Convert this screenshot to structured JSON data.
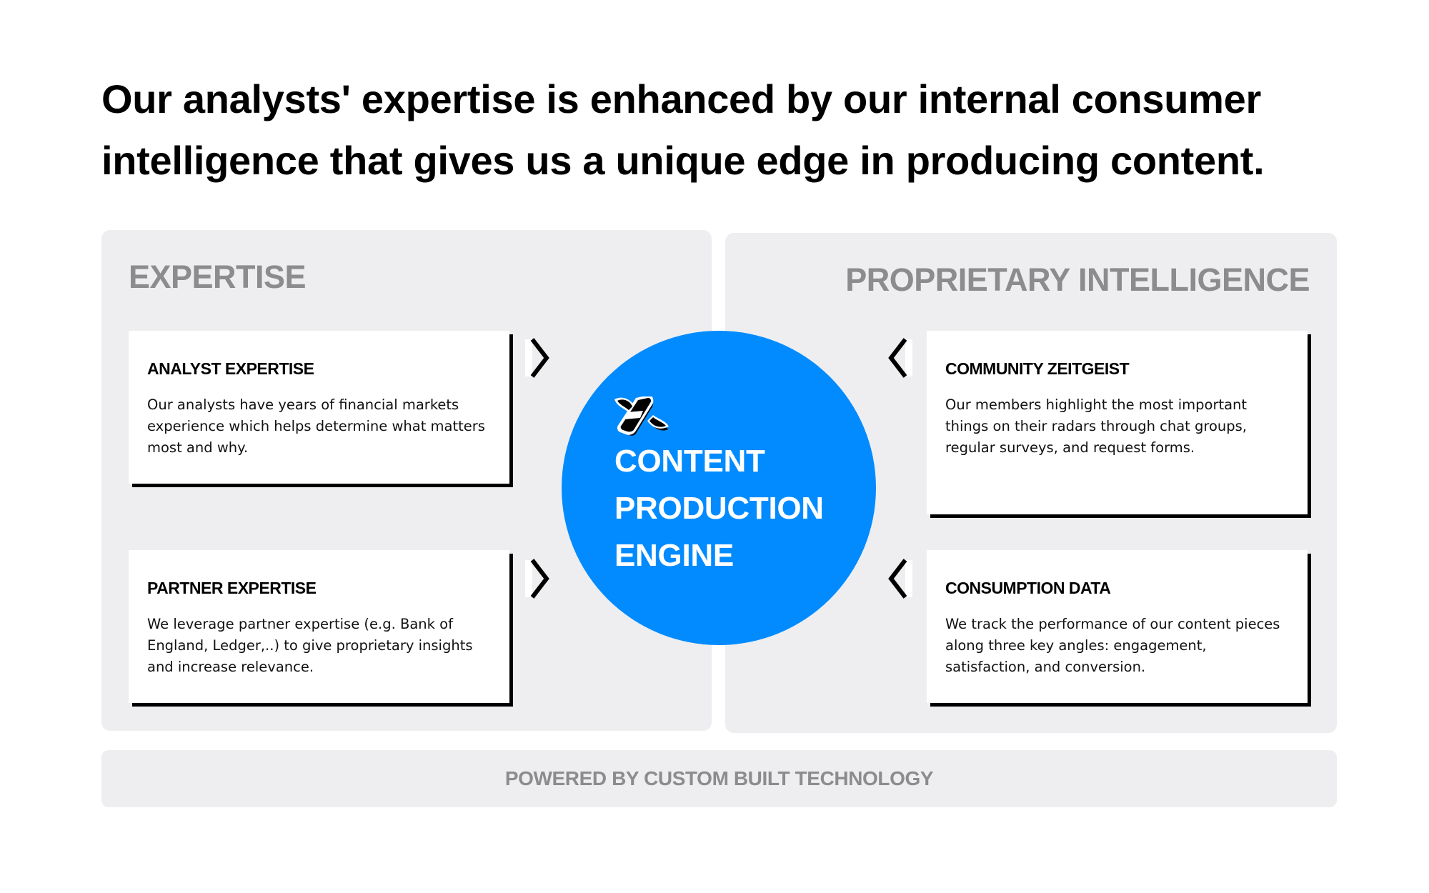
{
  "headline": {
    "line1": "Our analysts' expertise is enhanced by our internal consumer",
    "line2": "intelligence that gives us a unique edge in producing content."
  },
  "panels": {
    "left": {
      "title": "EXPERTISE",
      "cards": [
        {
          "title": "ANALYST EXPERTISE",
          "body": "Our analysts have years of financial markets experience which helps determine what matters most and why."
        },
        {
          "title": "PARTNER EXPERTISE",
          "body": "We leverage partner expertise (e.g. Bank of England, Ledger,..) to give proprietary insights and increase relevance."
        }
      ]
    },
    "right": {
      "title": "PROPRIETARY INTELLIGENCE",
      "cards": [
        {
          "title": "COMMUNITY ZEITGEIST",
          "body": "Our members highlight the most important things on their radars through chat groups, regular surveys, and request forms."
        },
        {
          "title": "CONSUMPTION DATA",
          "body": "We track the performance of our content pieces along three key angles: engagement, satisfaction, and conversion."
        }
      ]
    }
  },
  "engine": {
    "icon": "winged-logo-icon",
    "line1": "CONTENT",
    "line2": "PRODUCTION",
    "line3": "ENGINE",
    "color": "#028bff"
  },
  "footer": {
    "label": "POWERED BY CUSTOM BUILT TECHNOLOGY"
  },
  "arrows": {
    "left_side": "chevron-right-icon",
    "right_side": "chevron-left-icon"
  },
  "colors": {
    "panel_bg": "#eeeef0",
    "muted_title": "#8c8c8e",
    "accent": "#028bff"
  }
}
